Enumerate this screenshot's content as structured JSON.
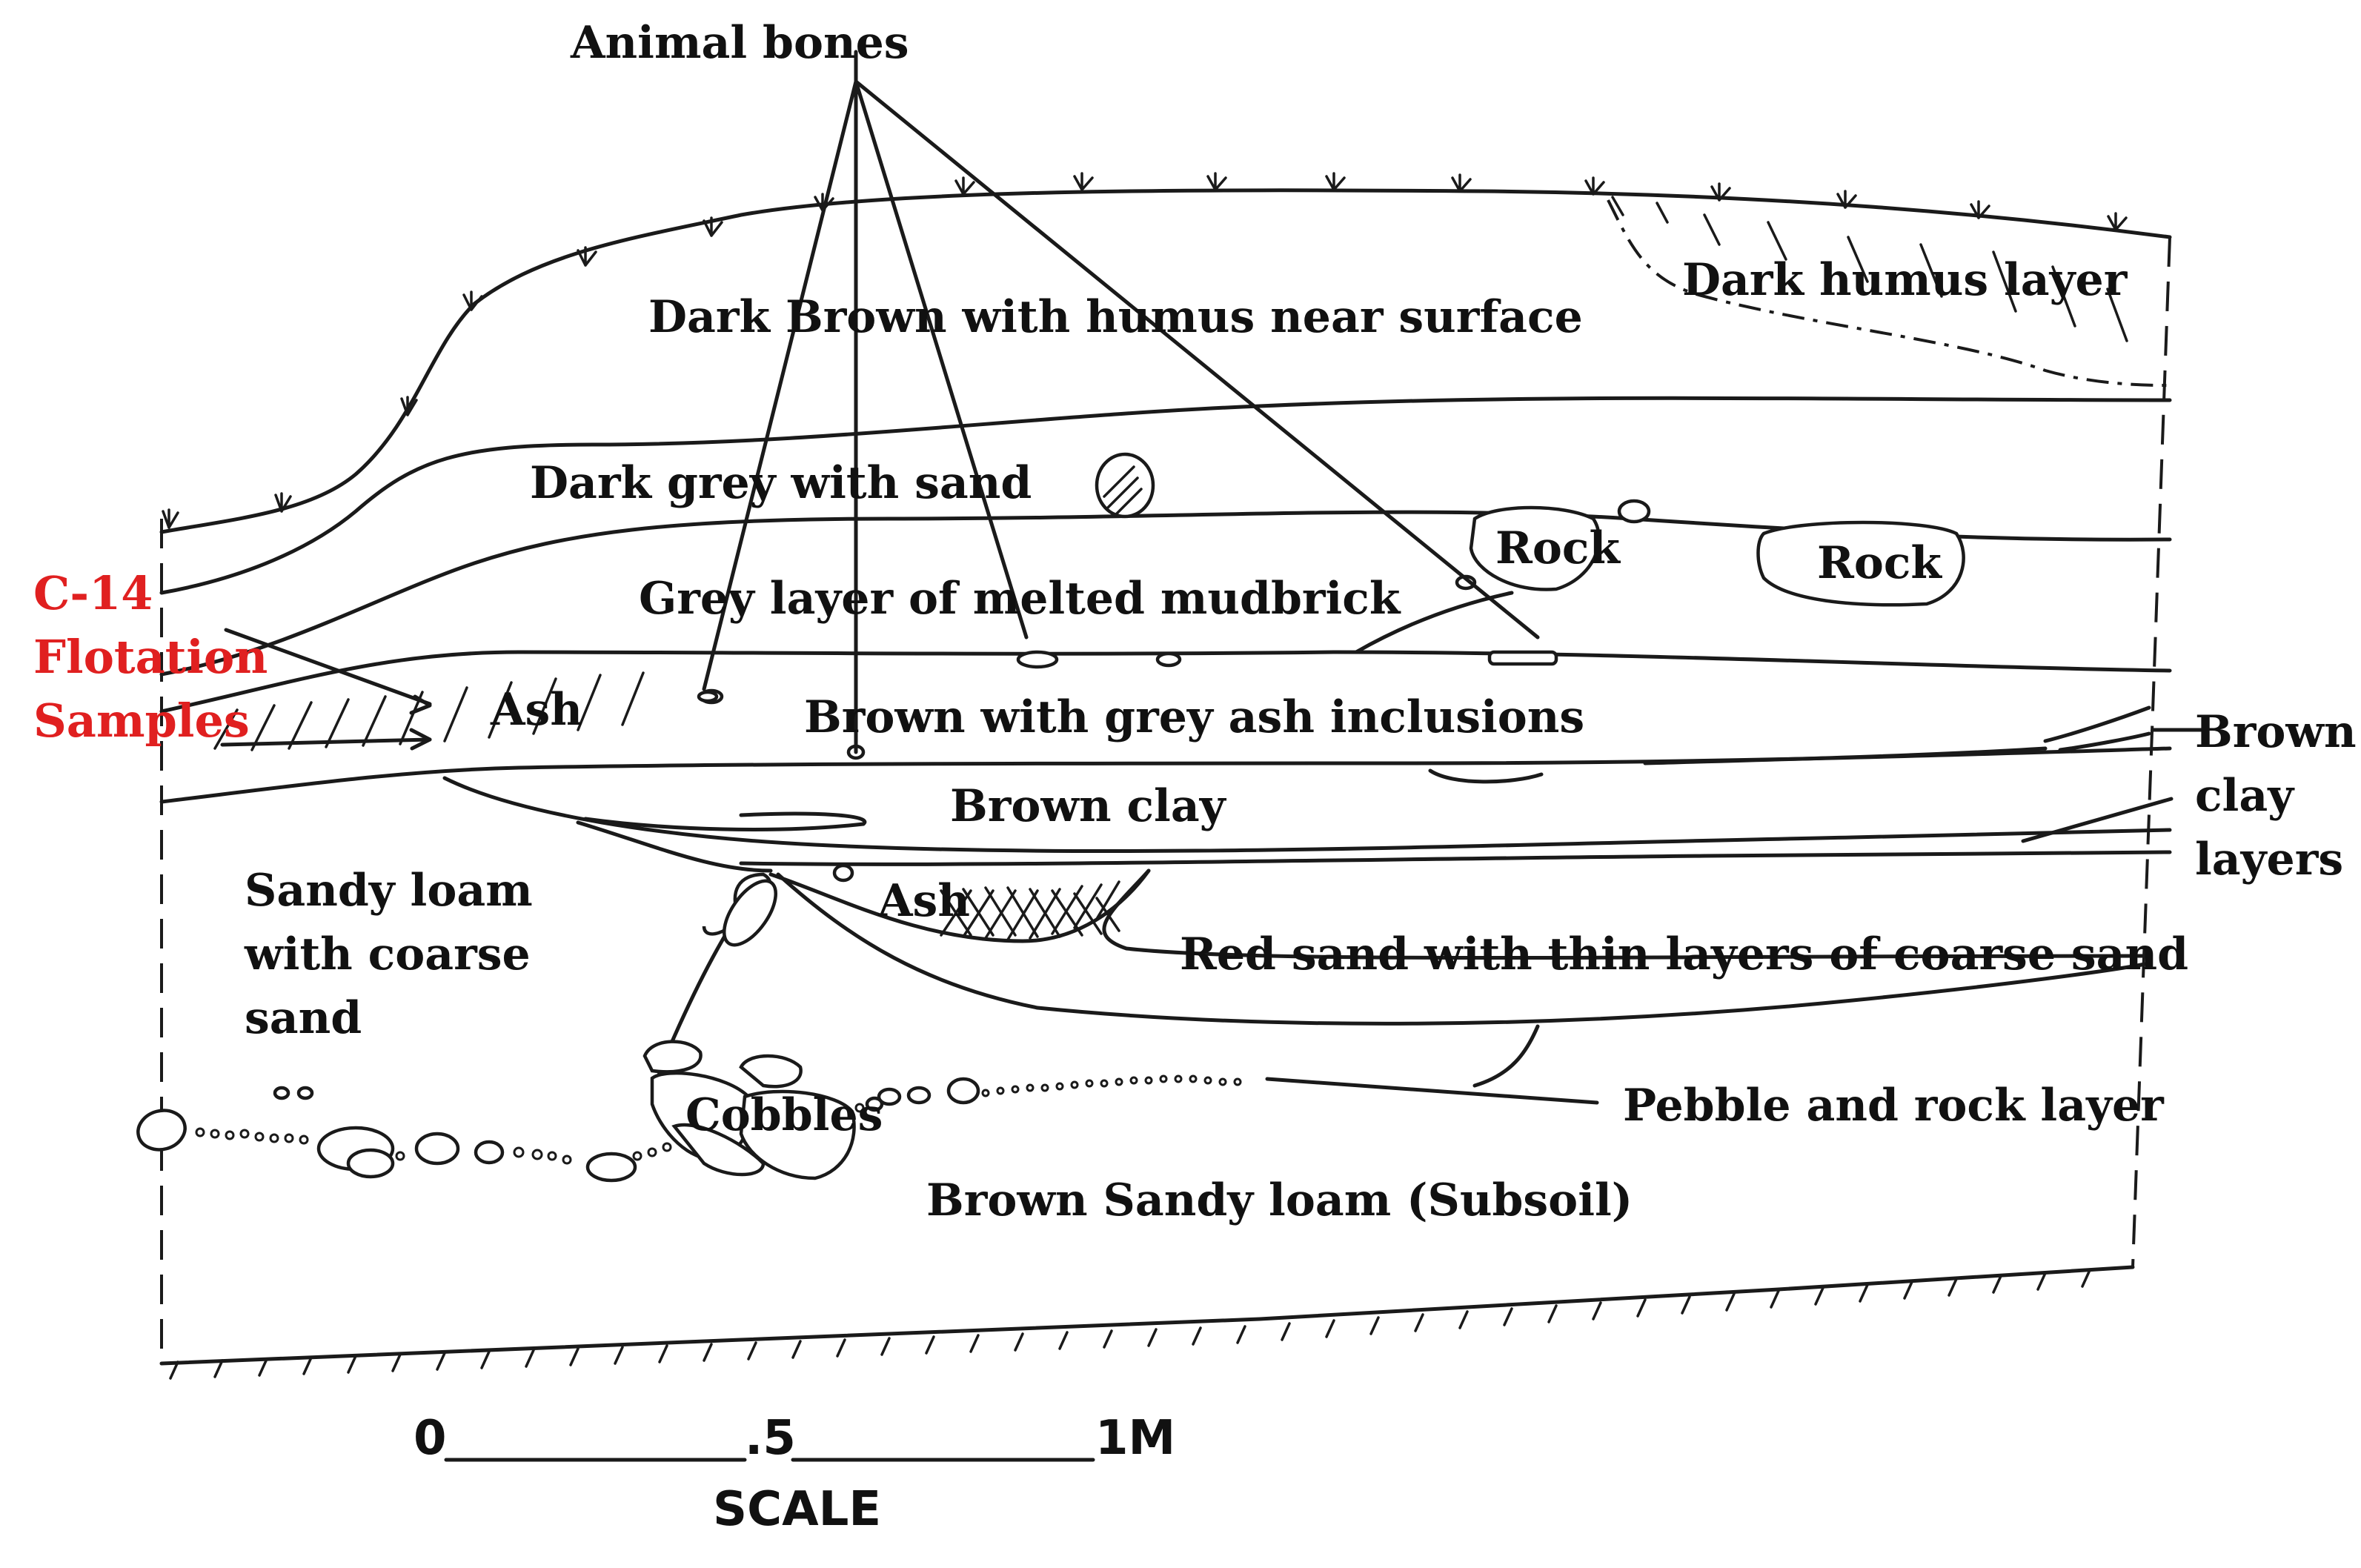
{
  "diagram": {
    "top_label": "Animal bones",
    "layers": {
      "dark_brown": "Dark Brown with humus near surface",
      "dark_humus": "Dark humus layer",
      "dark_grey": "Dark grey with sand",
      "grey_mudbrick": "Grey layer of melted mudbrick",
      "brown_grey_ash": "Brown with grey ash inclusions",
      "brown_clay": "Brown clay",
      "sandy_loam_1": "Sandy loam",
      "sandy_loam_2": "with coarse",
      "sandy_loam_3": "sand",
      "red_sand": "Red sand with thin layers of coarse sand",
      "pebble_rock": "Pebble and rock layer",
      "subsoil": "Brown Sandy loam (Subsoil)"
    },
    "features": {
      "rock_1": "Rock",
      "rock_2": "Rock",
      "ash_1": "Ash",
      "ash_2": "Ash",
      "cobbles": "Cobbles"
    },
    "side_labels": {
      "brown_clay_layers_1": "Brown",
      "brown_clay_layers_2": "clay",
      "brown_clay_layers_3": "layers"
    },
    "samples": {
      "line1": "C-14",
      "line2": "Flotation",
      "line3": "Samples",
      "color": "#e02020"
    },
    "scale": {
      "zero": "0",
      "half": ".5",
      "one": "1M",
      "caption": "SCALE"
    }
  }
}
